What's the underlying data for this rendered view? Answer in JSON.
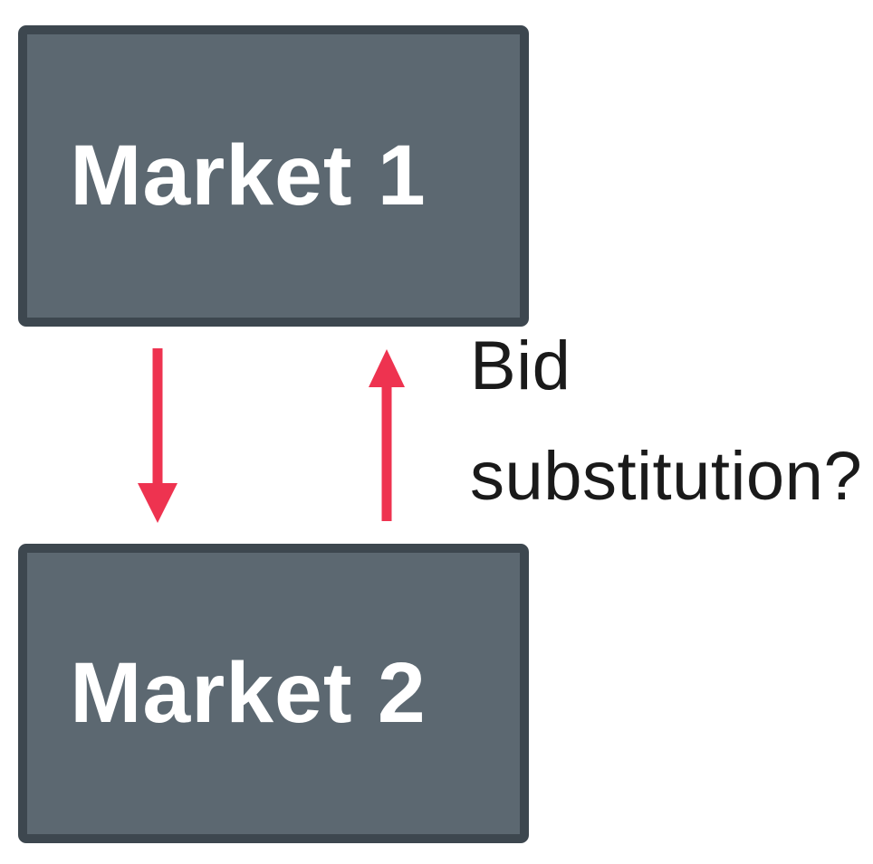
{
  "colors": {
    "background": "#ffffff",
    "box_fill": "#5c6871",
    "box_border": "#3d474f",
    "box_text": "#ffffff",
    "arrow": "#ee3350",
    "annotation_text": "#1a1a1a"
  },
  "diagram": {
    "boxes": [
      {
        "id": "market-1",
        "label": "Market 1"
      },
      {
        "id": "market-2",
        "label": "Market 2"
      }
    ],
    "arrows": [
      {
        "id": "market1-to-market2",
        "direction": "down",
        "from": "Market 1",
        "to": "Market 2"
      },
      {
        "id": "market2-to-market1",
        "direction": "up",
        "from": "Market 2",
        "to": "Market 1"
      }
    ],
    "annotation": "Bid substitution?"
  }
}
